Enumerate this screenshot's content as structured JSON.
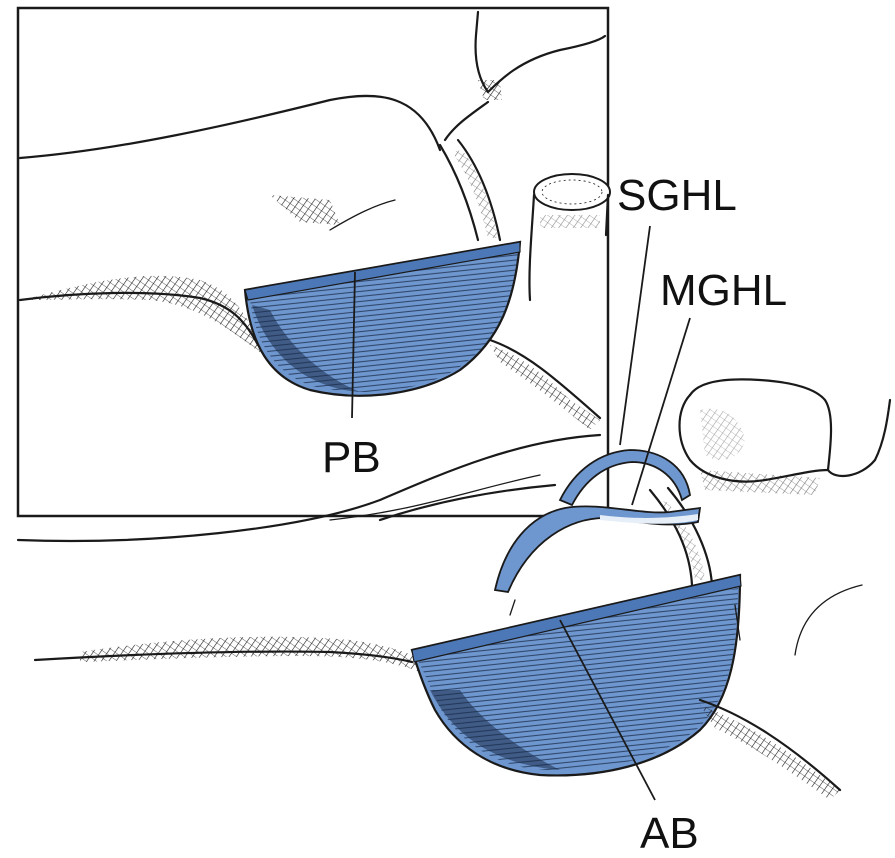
{
  "labels": {
    "pb": "PB",
    "sghl": "SGHL",
    "mghl": "MGHL",
    "ab": "AB"
  },
  "colors": {
    "ligament_blue": "#6f97cf",
    "ligament_blue_dark": "#4d78b8",
    "ink": "#1a1a1a",
    "background": "#ffffff"
  }
}
